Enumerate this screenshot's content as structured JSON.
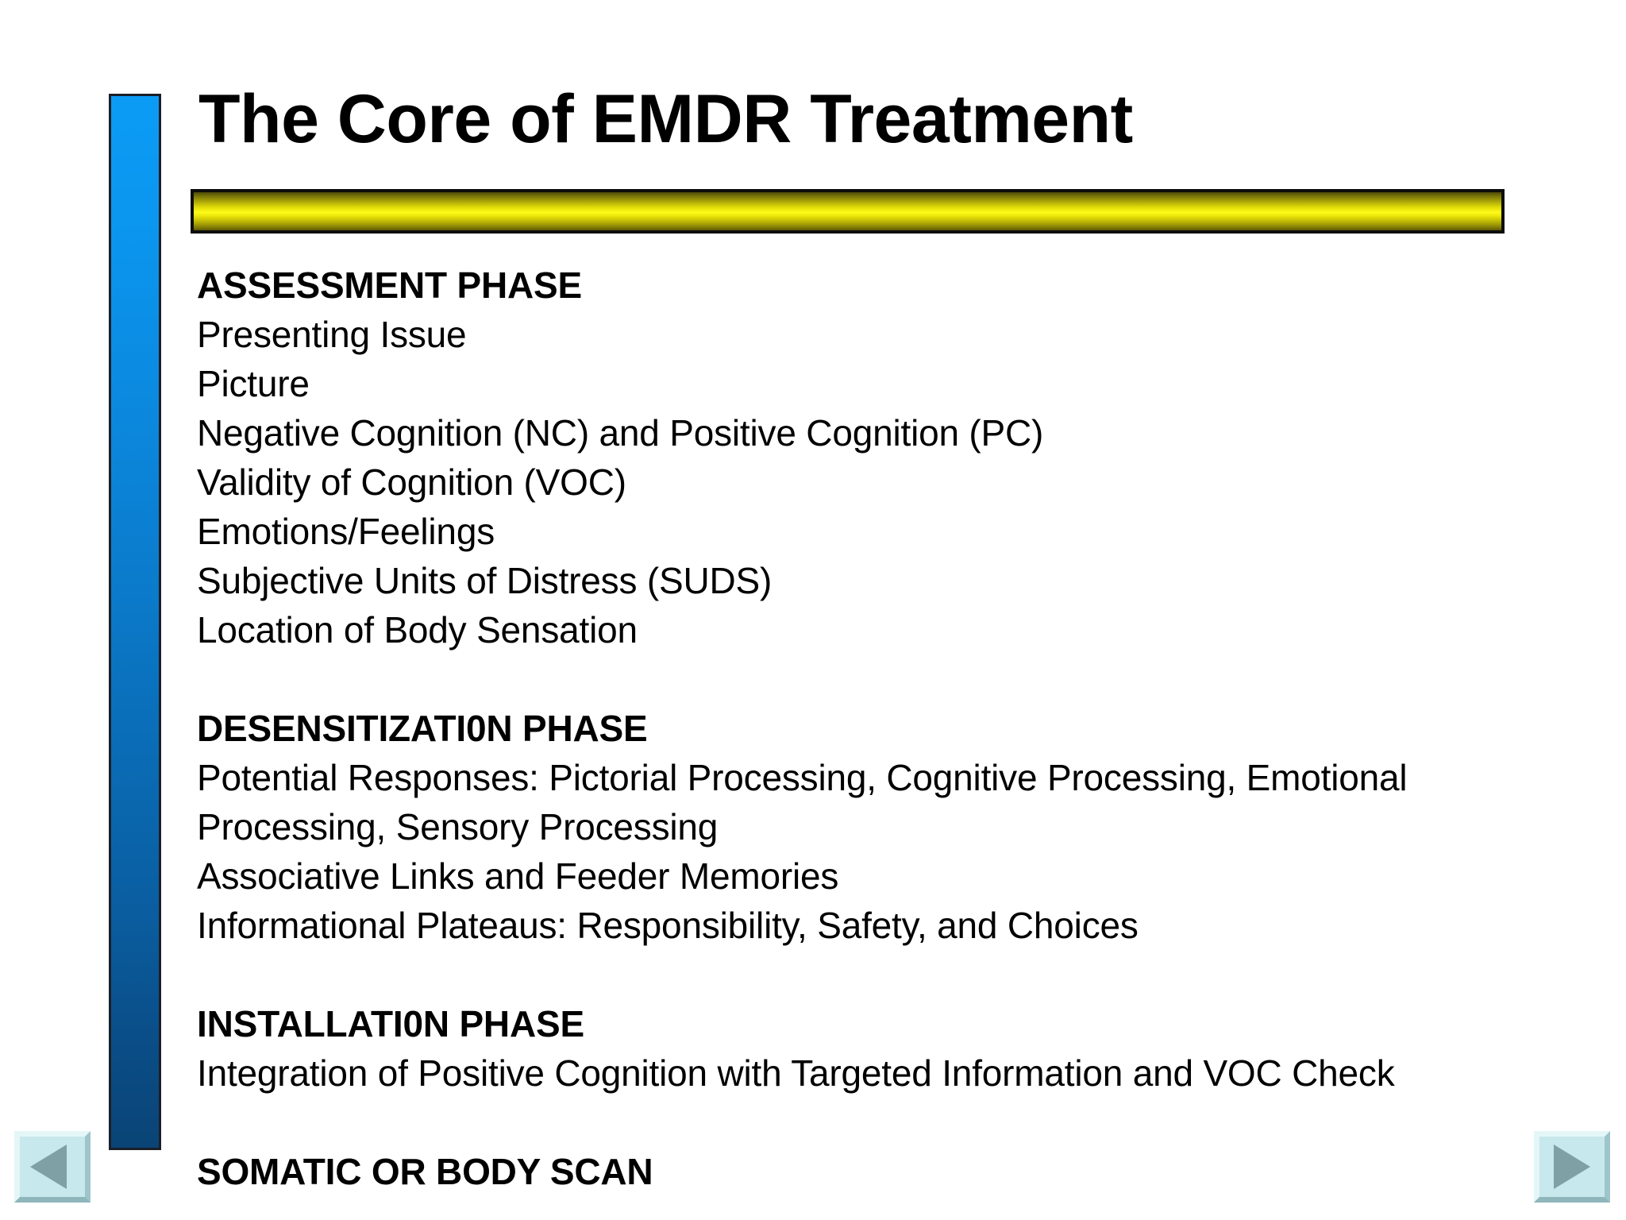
{
  "slide": {
    "title": "The Core of EMDR Treatment",
    "accent_color": "#0b9bf5",
    "divider_color": "#f2ee10",
    "background_color": "#ffffff"
  },
  "content": {
    "blocks": [
      {
        "heading": "ASSESSMENT PHASE",
        "lines": [
          "Presenting Issue",
          "Picture",
          "Negative Cognition (NC) and Positive Cognition (PC)",
          "Validity of Cognition (VOC)",
          "Emotions/Feelings",
          "Subjective Units of Distress (SUDS)",
          "Location of Body Sensation"
        ]
      },
      {
        "heading": "DESENSITIZATI0N PHASE",
        "lines": [
          "Potential Responses: Pictorial Processing, Cognitive Processing, Emotional Processing, Sensory Processing",
          "Associative Links and Feeder Memories",
          "Informational Plateaus: Responsibility, Safety, and Choices"
        ]
      },
      {
        "heading": "INSTALLATI0N PHASE",
        "lines": [
          "Integration of Positive Cognition with Targeted Information and VOC Check"
        ]
      },
      {
        "heading": "SOMATIC OR BODY SCAN",
        "lines": []
      }
    ]
  },
  "navigation": {
    "previous_label": "Previous slide",
    "next_label": "Next slide",
    "button_color": "#c7e8ec",
    "arrow_color": "#7fa0a4"
  }
}
